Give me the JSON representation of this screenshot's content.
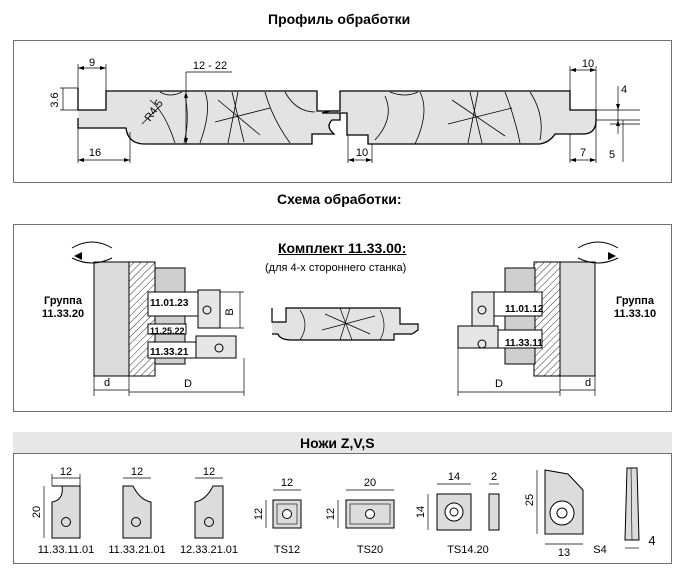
{
  "section1": {
    "title": "Профиль обработки",
    "dims": {
      "d9": "9",
      "d36": "3.6",
      "d1222": "12 - 22",
      "dR45": "R4.5",
      "d16": "16",
      "d10a": "10",
      "d10b": "10",
      "d4": "4",
      "d7": "7",
      "d5": "5"
    }
  },
  "section2": {
    "title": "Схема обработки:",
    "kit_title": "Комплект 11.33.00:",
    "kit_subtitle": "(для 4-х стороннего станка)",
    "group_left": [
      "Группа",
      "11.33.20"
    ],
    "group_right": [
      "Группа",
      "11.33.10"
    ],
    "left_labels": [
      "11.01.23",
      "11.25.22",
      "11.33.21"
    ],
    "right_labels": [
      "11.01.12",
      "11.33.11"
    ],
    "dims": {
      "B": "B",
      "d_left": "d",
      "D_left": "D",
      "D_right": "D",
      "d_right": "d"
    }
  },
  "section3": {
    "title": "Ножи Z,V,S",
    "knives": [
      {
        "code": "11.33.11.01",
        "w": "12",
        "h": "20"
      },
      {
        "code": "11.33.21.01",
        "w": "12"
      },
      {
        "code": "12.33.21.01",
        "w": "12"
      },
      {
        "code": "TS12",
        "w": "12",
        "h": "12"
      },
      {
        "code": "TS20",
        "w": "20",
        "h": "12"
      },
      {
        "code": "TS14.20",
        "w": "14",
        "h": "14",
        "t": "2"
      },
      {
        "code": "",
        "w": "13",
        "h": "25"
      },
      {
        "code": "S4",
        "t": "4"
      }
    ]
  }
}
